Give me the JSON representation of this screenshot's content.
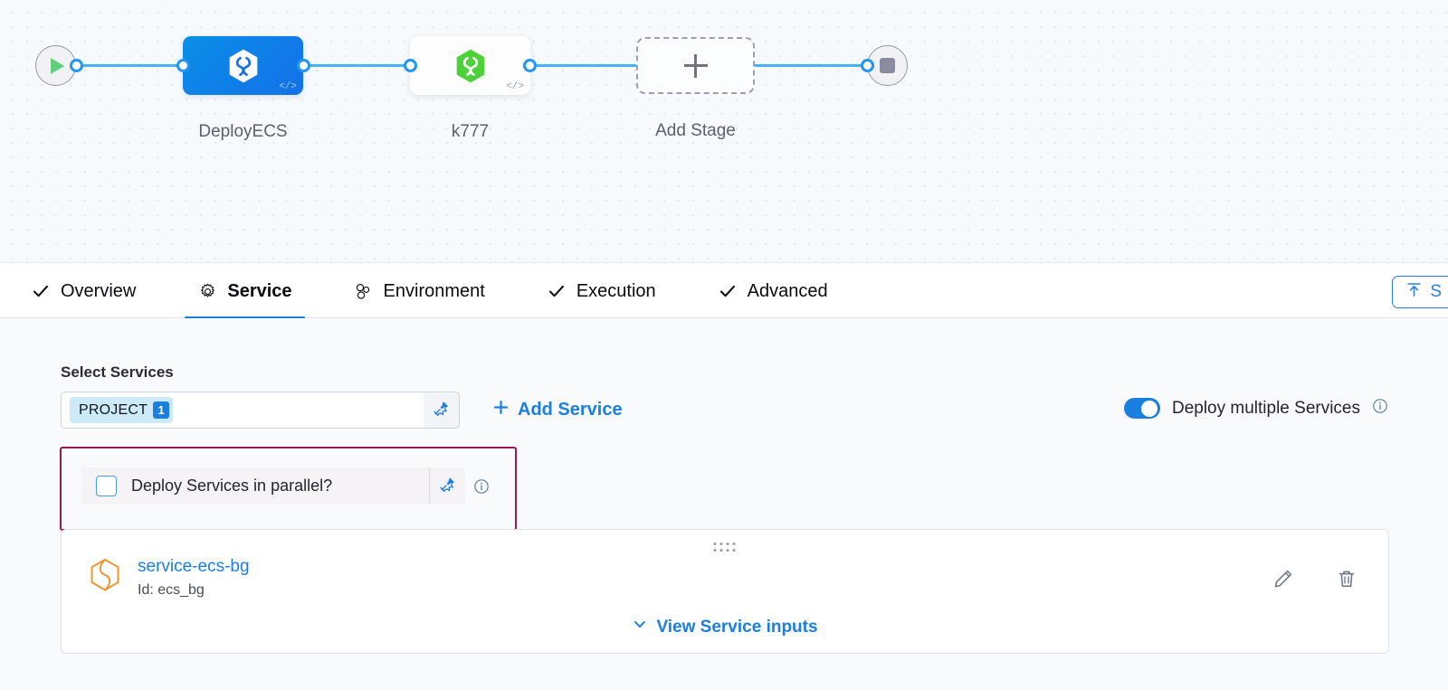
{
  "pipeline": {
    "start_node": {
      "icon": "play-icon",
      "label": "Start"
    },
    "end_node": {
      "icon": "stop-icon",
      "label": "End"
    },
    "stages": [
      {
        "label": "DeployECS",
        "icon": "harness-hexagon-icon",
        "state": "selected",
        "code_glyph": "</>"
      },
      {
        "label": "k777",
        "icon": "harness-hexagon-icon",
        "state": "default",
        "code_glyph": "</>"
      }
    ],
    "add_stage": {
      "label": "Add Stage",
      "icon": "plus-icon"
    }
  },
  "tabs": [
    {
      "label": "Overview",
      "icon": "check-icon",
      "active": false
    },
    {
      "label": "Service",
      "icon": "gear-icon",
      "active": true
    },
    {
      "label": "Environment",
      "icon": "cluster-icon",
      "active": false
    },
    {
      "label": "Execution",
      "icon": "check-icon",
      "active": false
    },
    {
      "label": "Advanced",
      "icon": "check-icon",
      "active": false
    }
  ],
  "save_button": {
    "label": "S",
    "icon": "save-to-template-icon"
  },
  "service_section": {
    "select_services_label": "Select Services",
    "selected_chip": {
      "text": "PROJECT",
      "count": "1"
    },
    "pin_icon": "pin-icon",
    "add_service_label": "Add Service",
    "add_service_icon": "plus-icon",
    "deploy_multiple": {
      "label": "Deploy multiple Services",
      "enabled": true,
      "info_icon": "info-icon"
    },
    "parallel": {
      "label": "Deploy Services in parallel?",
      "checked": false,
      "pin_icon": "pin-icon",
      "info_icon": "info-icon"
    },
    "service_card": {
      "name": "service-ecs-bg",
      "id_label": "Id: ecs_bg",
      "icon": "service-cube-icon",
      "drag_handle_icon": "drag-handle-icon",
      "view_inputs_label": "View Service inputs",
      "view_inputs_icon": "chevron-down-icon",
      "edit_icon": "pencil-icon",
      "delete_icon": "trash-icon"
    }
  },
  "colors": {
    "accent": "#1a7fe0",
    "edge": "#46b4f0",
    "stage_selected": "#0d7fe5",
    "highlight_outline": "#9c1853",
    "service_icon": "#f0932c",
    "play": "#5fd07a",
    "canvas_bg": "#f6fafd",
    "panel_bg": "#f8fafc"
  }
}
